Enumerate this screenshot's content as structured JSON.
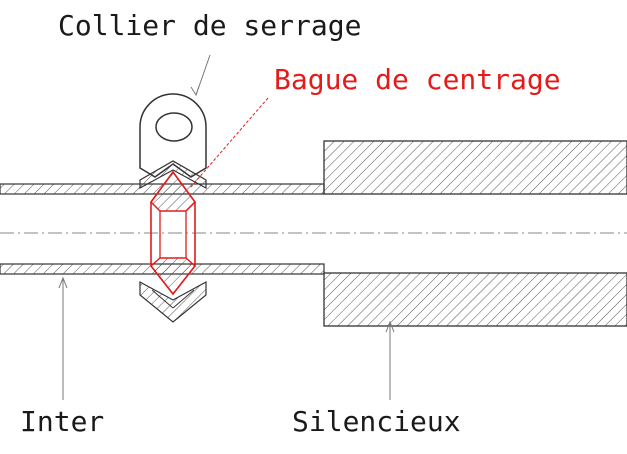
{
  "labels": {
    "collier": "Collier de serrage",
    "bague": "Bague de centrage",
    "inter": "Inter",
    "silencieux": "Silencieux"
  },
  "colors": {
    "line": "#333333",
    "hatch": "#555555",
    "accent": "#e31b1b",
    "centerline": "#888888",
    "text": "#1a1a1a"
  }
}
